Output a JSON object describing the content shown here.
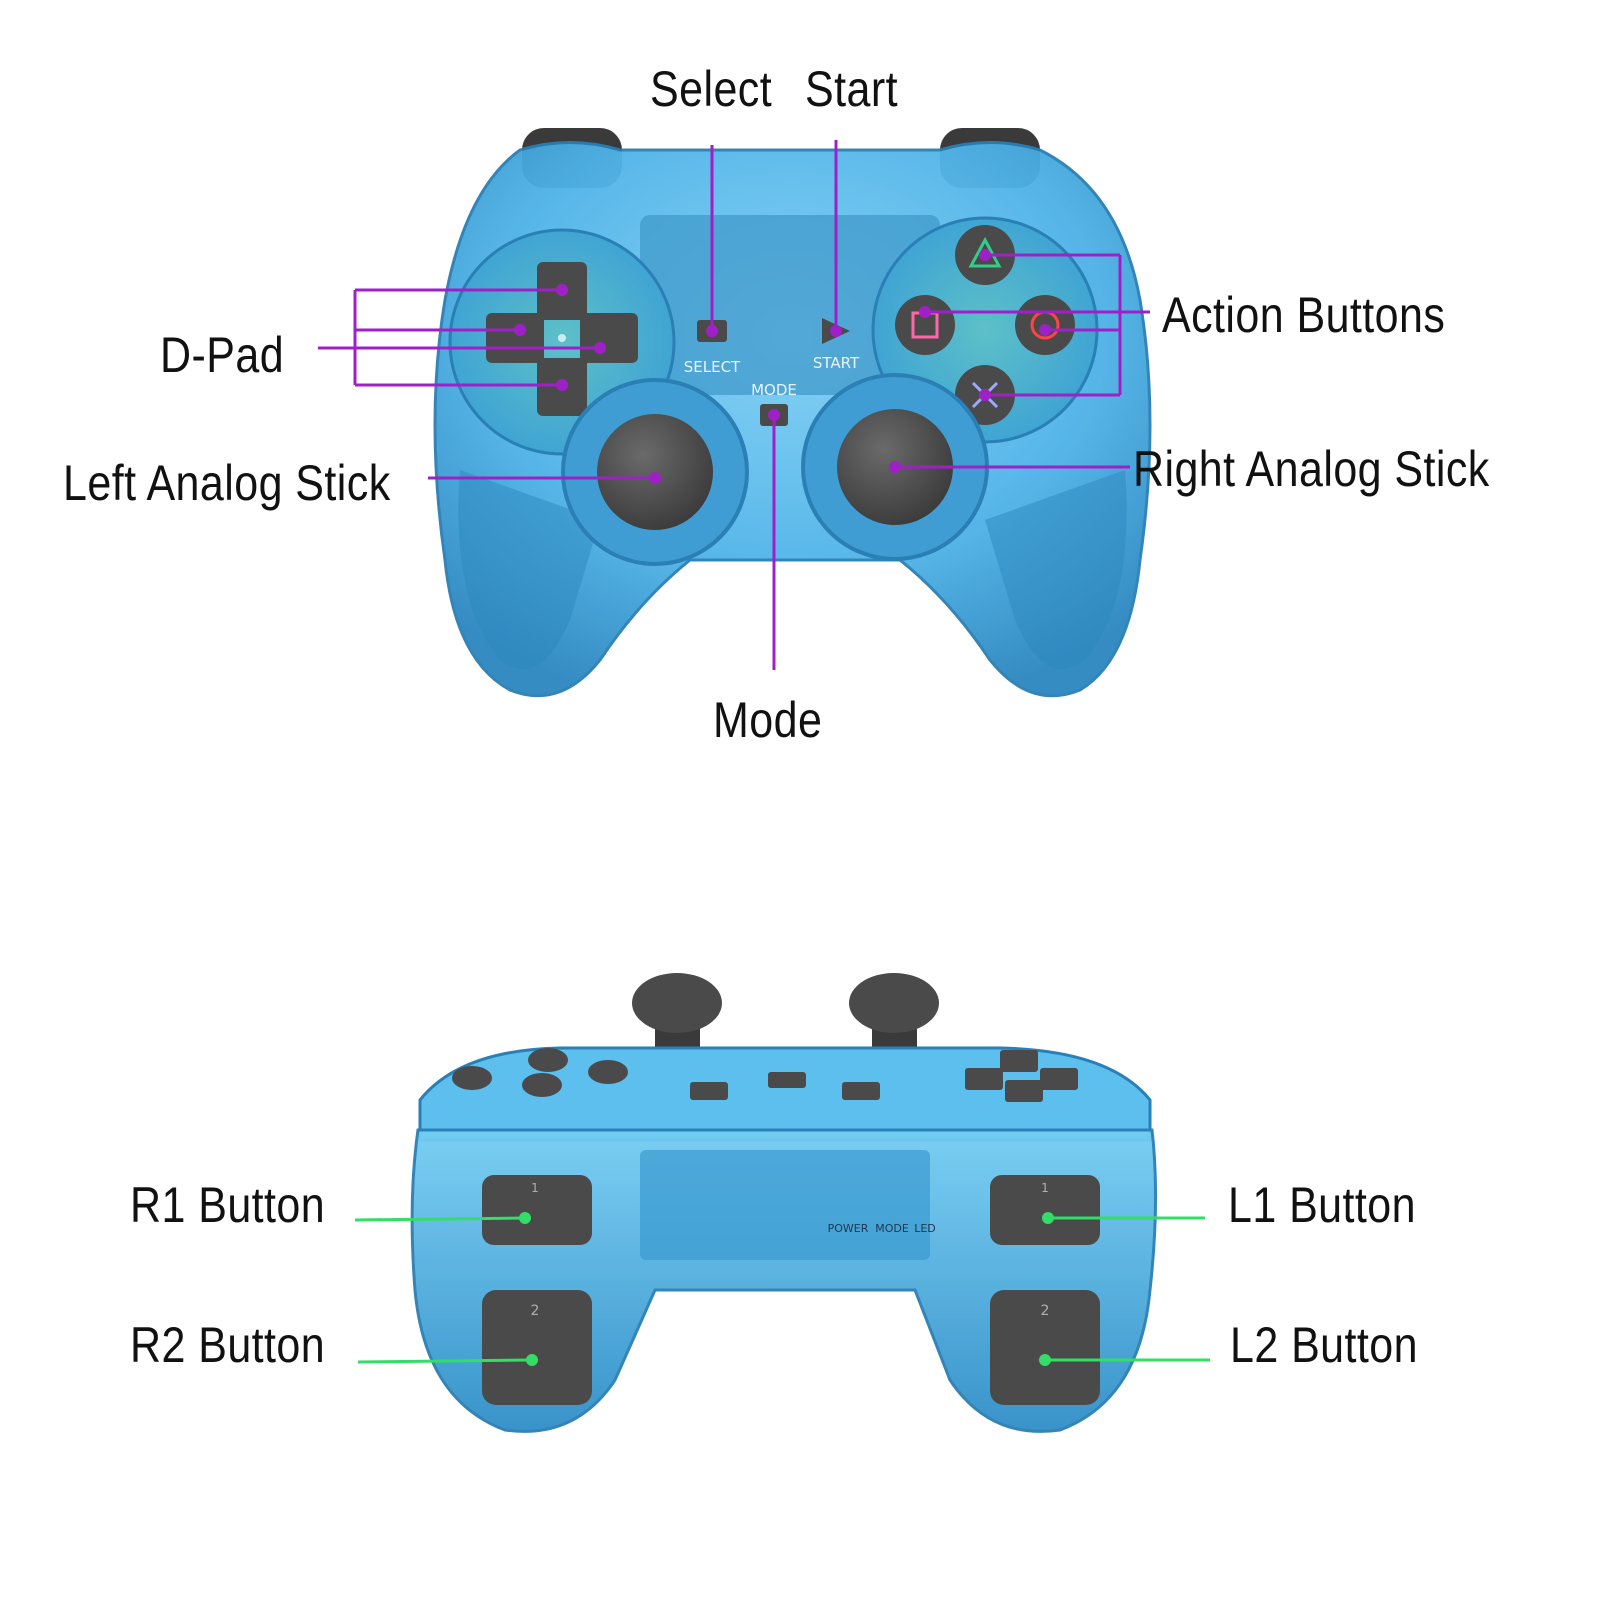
{
  "colors": {
    "front_callout": "#a020c8",
    "back_callout": "#33dd66",
    "shell": "#4fb3e8",
    "shell_dark": "#2a86bf",
    "button": "#4a4a4a"
  },
  "front_view": {
    "labels": {
      "select": "Select",
      "start": "Start",
      "dpad": "D-Pad",
      "action_buttons": "Action Buttons",
      "left_stick": "Left Analog Stick",
      "right_stick": "Right Analog Stick",
      "mode": "Mode"
    },
    "printed": {
      "select": "SELECT",
      "start": "START",
      "mode": "MODE"
    }
  },
  "back_view": {
    "labels": {
      "r1": "R1 Button",
      "r2": "R2 Button",
      "l1": "L1 Button",
      "l2": "L2 Button"
    },
    "printed": {
      "power": "POWER",
      "mode": "MODE",
      "led": "LED",
      "one": "1",
      "two": "2"
    }
  }
}
